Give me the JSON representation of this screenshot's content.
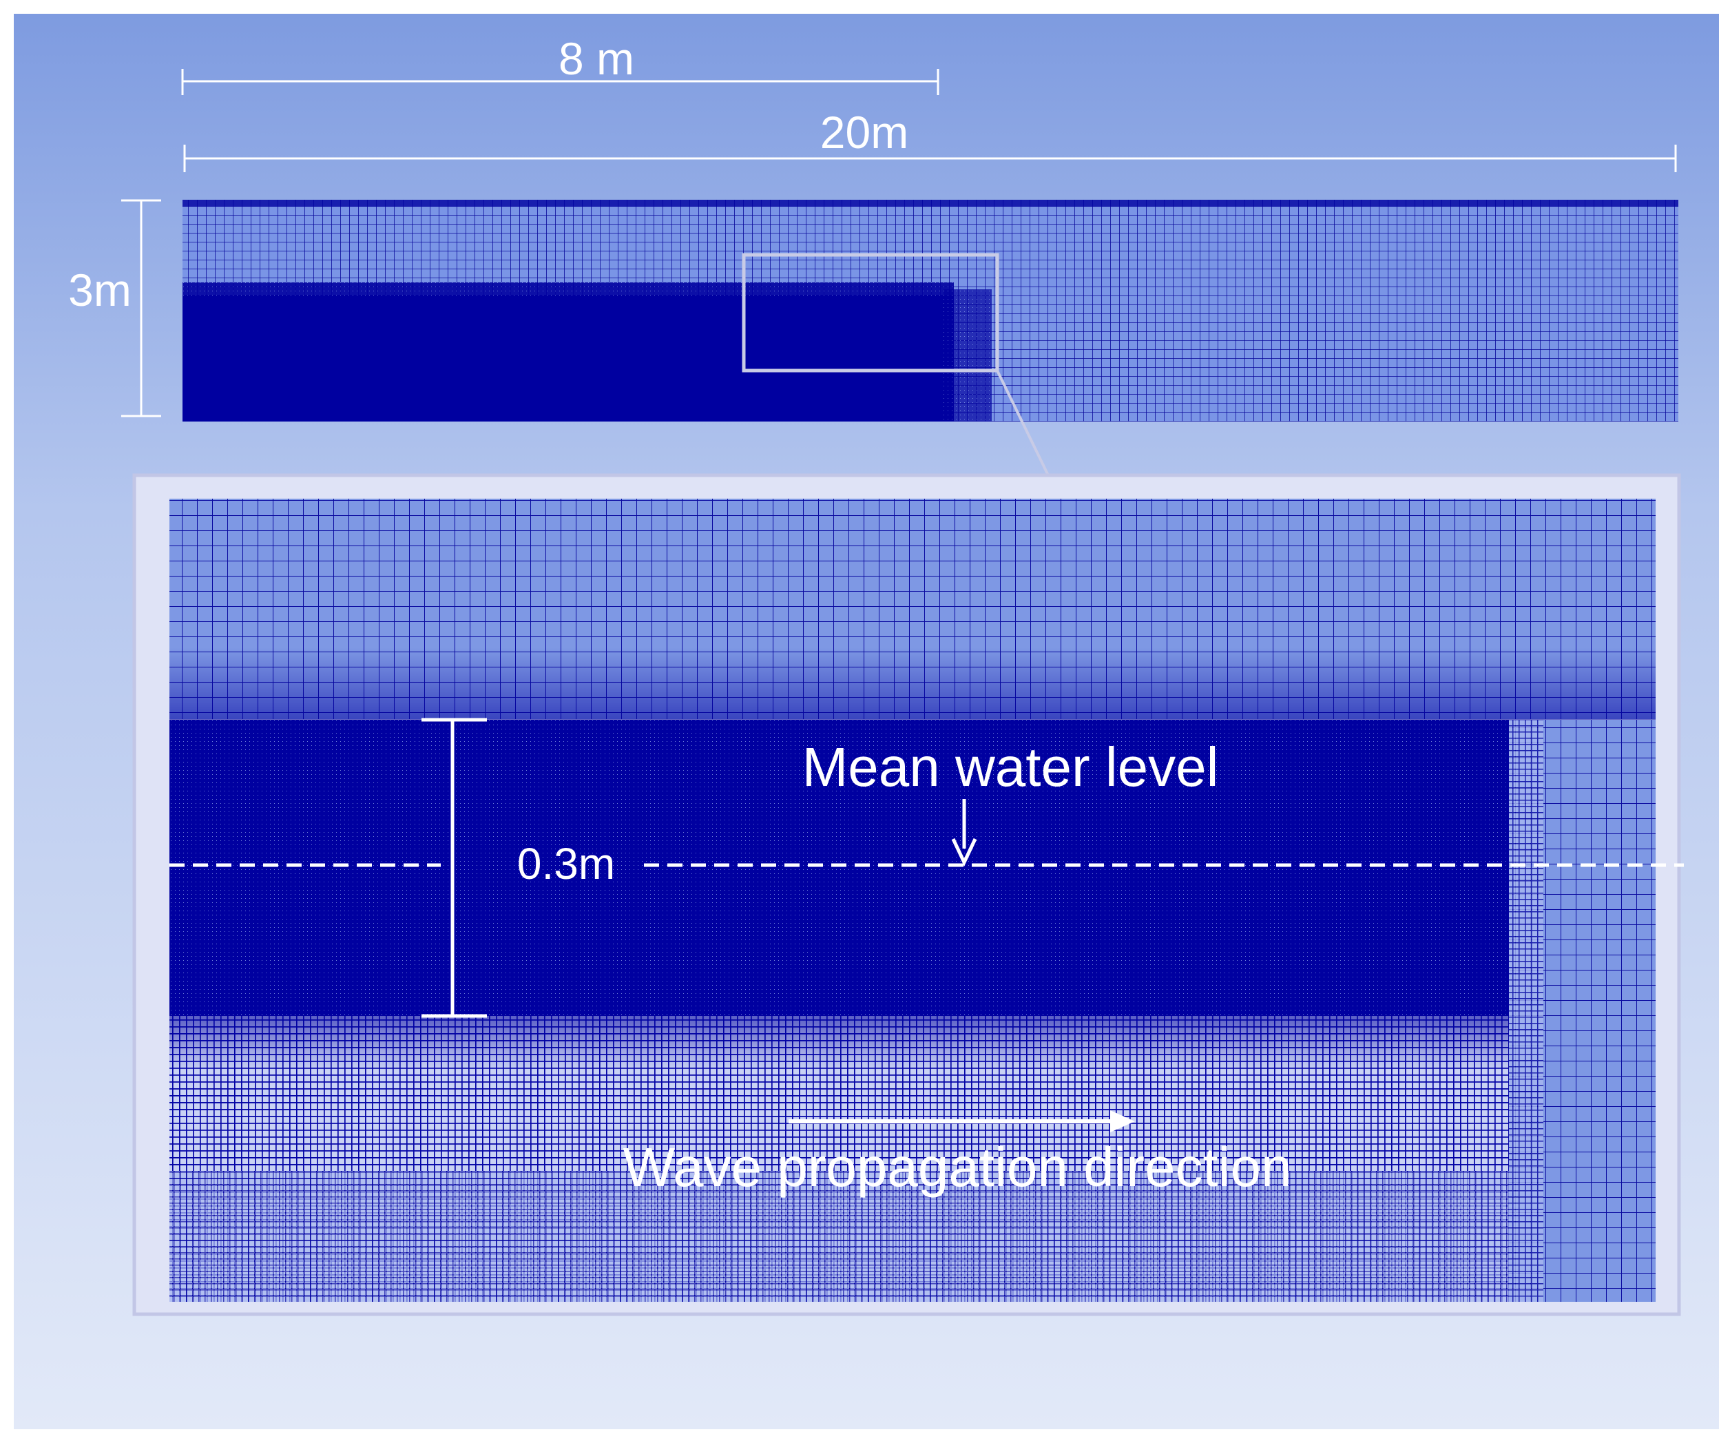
{
  "dimensions": {
    "width_top": "8 m",
    "width_total": "20m",
    "height": "3m",
    "zoom_depth": "0.3m"
  },
  "annotations": {
    "mean_water_level": "Mean water level",
    "wave_direction": "Wave propagation direction"
  },
  "colors": {
    "background_top": "#7f9ee2",
    "background_bottom": "#dde5f7",
    "mesh_dark": "#0000a0",
    "mesh_line": "#1a1aa8",
    "mesh_bg": "#6f8ce0",
    "callout": "#c9cce8",
    "text": "#ffffff"
  }
}
